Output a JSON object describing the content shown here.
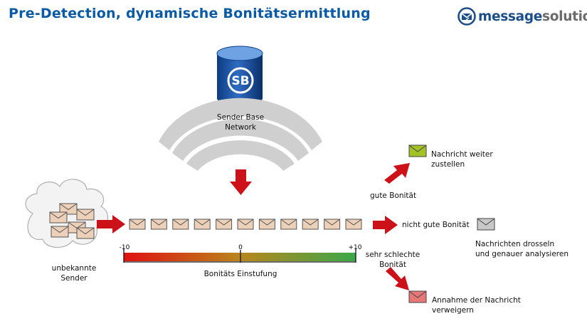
{
  "header": {
    "title": "Pre-Detection, dynamische Bonitätsermittlung",
    "logo_part1": "message",
    "logo_part2": "solution"
  },
  "database": {
    "icon_text": "SB",
    "label_line1": "Sender Base",
    "label_line2": "Network"
  },
  "sender": {
    "label_line1": "unbekannte",
    "label_line2": "Sender"
  },
  "scale": {
    "min_label": "-10",
    "mid_label": "0",
    "max_label": "+10",
    "caption": "Bonitäts Einstufung",
    "envelope_count": 11
  },
  "outcomes": {
    "good": {
      "reputation": "gute Bonität",
      "action_line1": "Nachricht weiter",
      "action_line2": "zustellen",
      "color": "#a3c226"
    },
    "neutral": {
      "reputation": "nicht gute Bonität",
      "action_line1": "Nachrichten drosseln",
      "action_line2": "und genauer analysieren",
      "color": "#c8c8c8"
    },
    "bad": {
      "reputation_line1": "sehr schlechte",
      "reputation_line2": "Bonität",
      "action_line1": "Annahme der Nachricht",
      "action_line2": "verweigern",
      "color": "#e87878"
    }
  },
  "colors": {
    "title_blue": "#0a5aa6",
    "arrow_red": "#cc1118",
    "envelope_fill": "#ecd0b8",
    "scale_low": "#e01010",
    "scale_mid": "#b9851c",
    "scale_high": "#3aa84a"
  }
}
